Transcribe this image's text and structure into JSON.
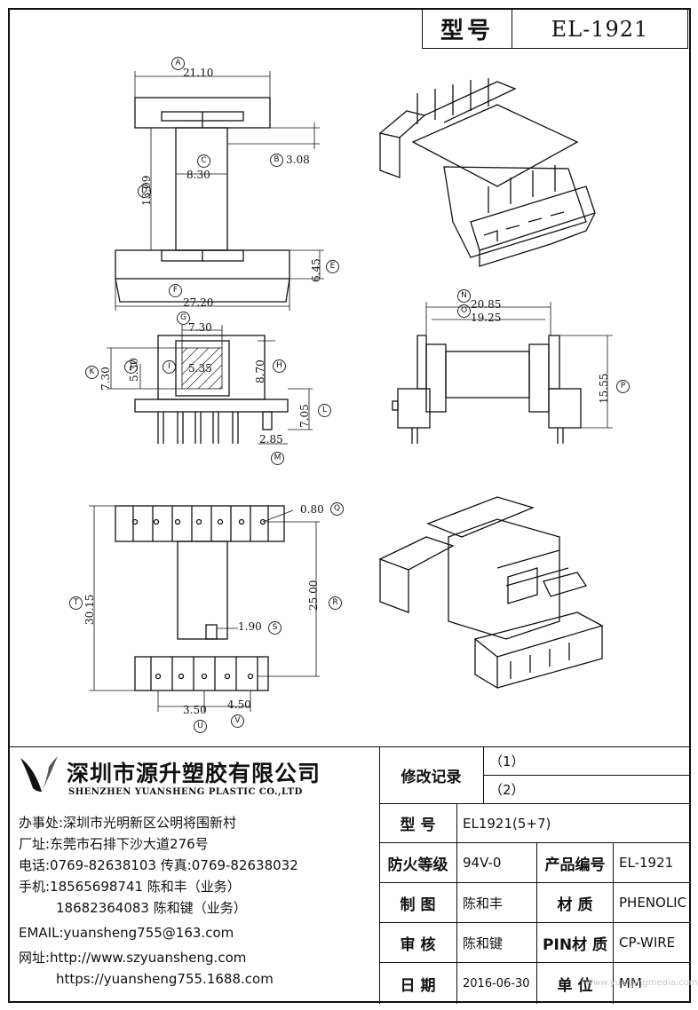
{
  "title": {
    "label": "型号",
    "model": "EL-1921"
  },
  "dimensions": {
    "A": "21.10",
    "B": "3.08",
    "C": "8.30",
    "D": "13.09",
    "E": "6.45",
    "F": "27.20",
    "G": "7.30",
    "H": "8.70",
    "I": "5.35",
    "J": "5.30",
    "K": "7.30",
    "L": "7.05",
    "M": "2.85",
    "N": "20.85",
    "O": "19.25",
    "P": "15.55",
    "Q": "0.80",
    "R": "25.00",
    "S": "1.90",
    "T": "30.15",
    "U": "3.50",
    "V": "4.50"
  },
  "dim_letters": [
    "A",
    "B",
    "C",
    "D",
    "E",
    "F",
    "G",
    "H",
    "I",
    "J",
    "K",
    "L",
    "M",
    "N",
    "O",
    "P",
    "Q",
    "R",
    "S",
    "T",
    "U",
    "V"
  ],
  "company": {
    "name_cn": "深圳市源升塑胶有限公司",
    "name_en": "SHENZHEN YUANSHENG PLASTIC CO.,LTD",
    "office": "办事处:深圳市光明新区公明将围新村",
    "factory": "厂址:东莞市石排下沙大道276号",
    "phone": "电话:0769-82638103 传真:0769-82638032",
    "mobile1": "手机:18565698741 陈和丰（业务）",
    "mobile2": "18682364083 陈和键（业务）",
    "email": "EMAIL:yuansheng755@163.com",
    "web1": "网址:http://www.szyuansheng.com",
    "web2": "https://yuansheng755.1688.com"
  },
  "revision": {
    "label": "修改记录",
    "r1": "（1）",
    "r2": "（2）"
  },
  "spec": {
    "model_label": "型 号",
    "model_value": "EL1921(5+7)",
    "fire_label": "防火等级",
    "fire_value": "94V-0",
    "product_label": "产品编号",
    "product_value": "EL-1921",
    "drawn_label": "制 图",
    "drawn_value": "陈和丰",
    "material_label": "材 质",
    "material_value": "PHENOLIC",
    "check_label": "审 核",
    "check_value": "陈和键",
    "pin_label": "PIN材 质",
    "pin_value": "CP-WIRE",
    "date_label": "日 期",
    "date_value": "2016-06-30",
    "unit_label": "单 位",
    "unit_value": "MM"
  },
  "watermark": "www.yuanjingmedia.com"
}
